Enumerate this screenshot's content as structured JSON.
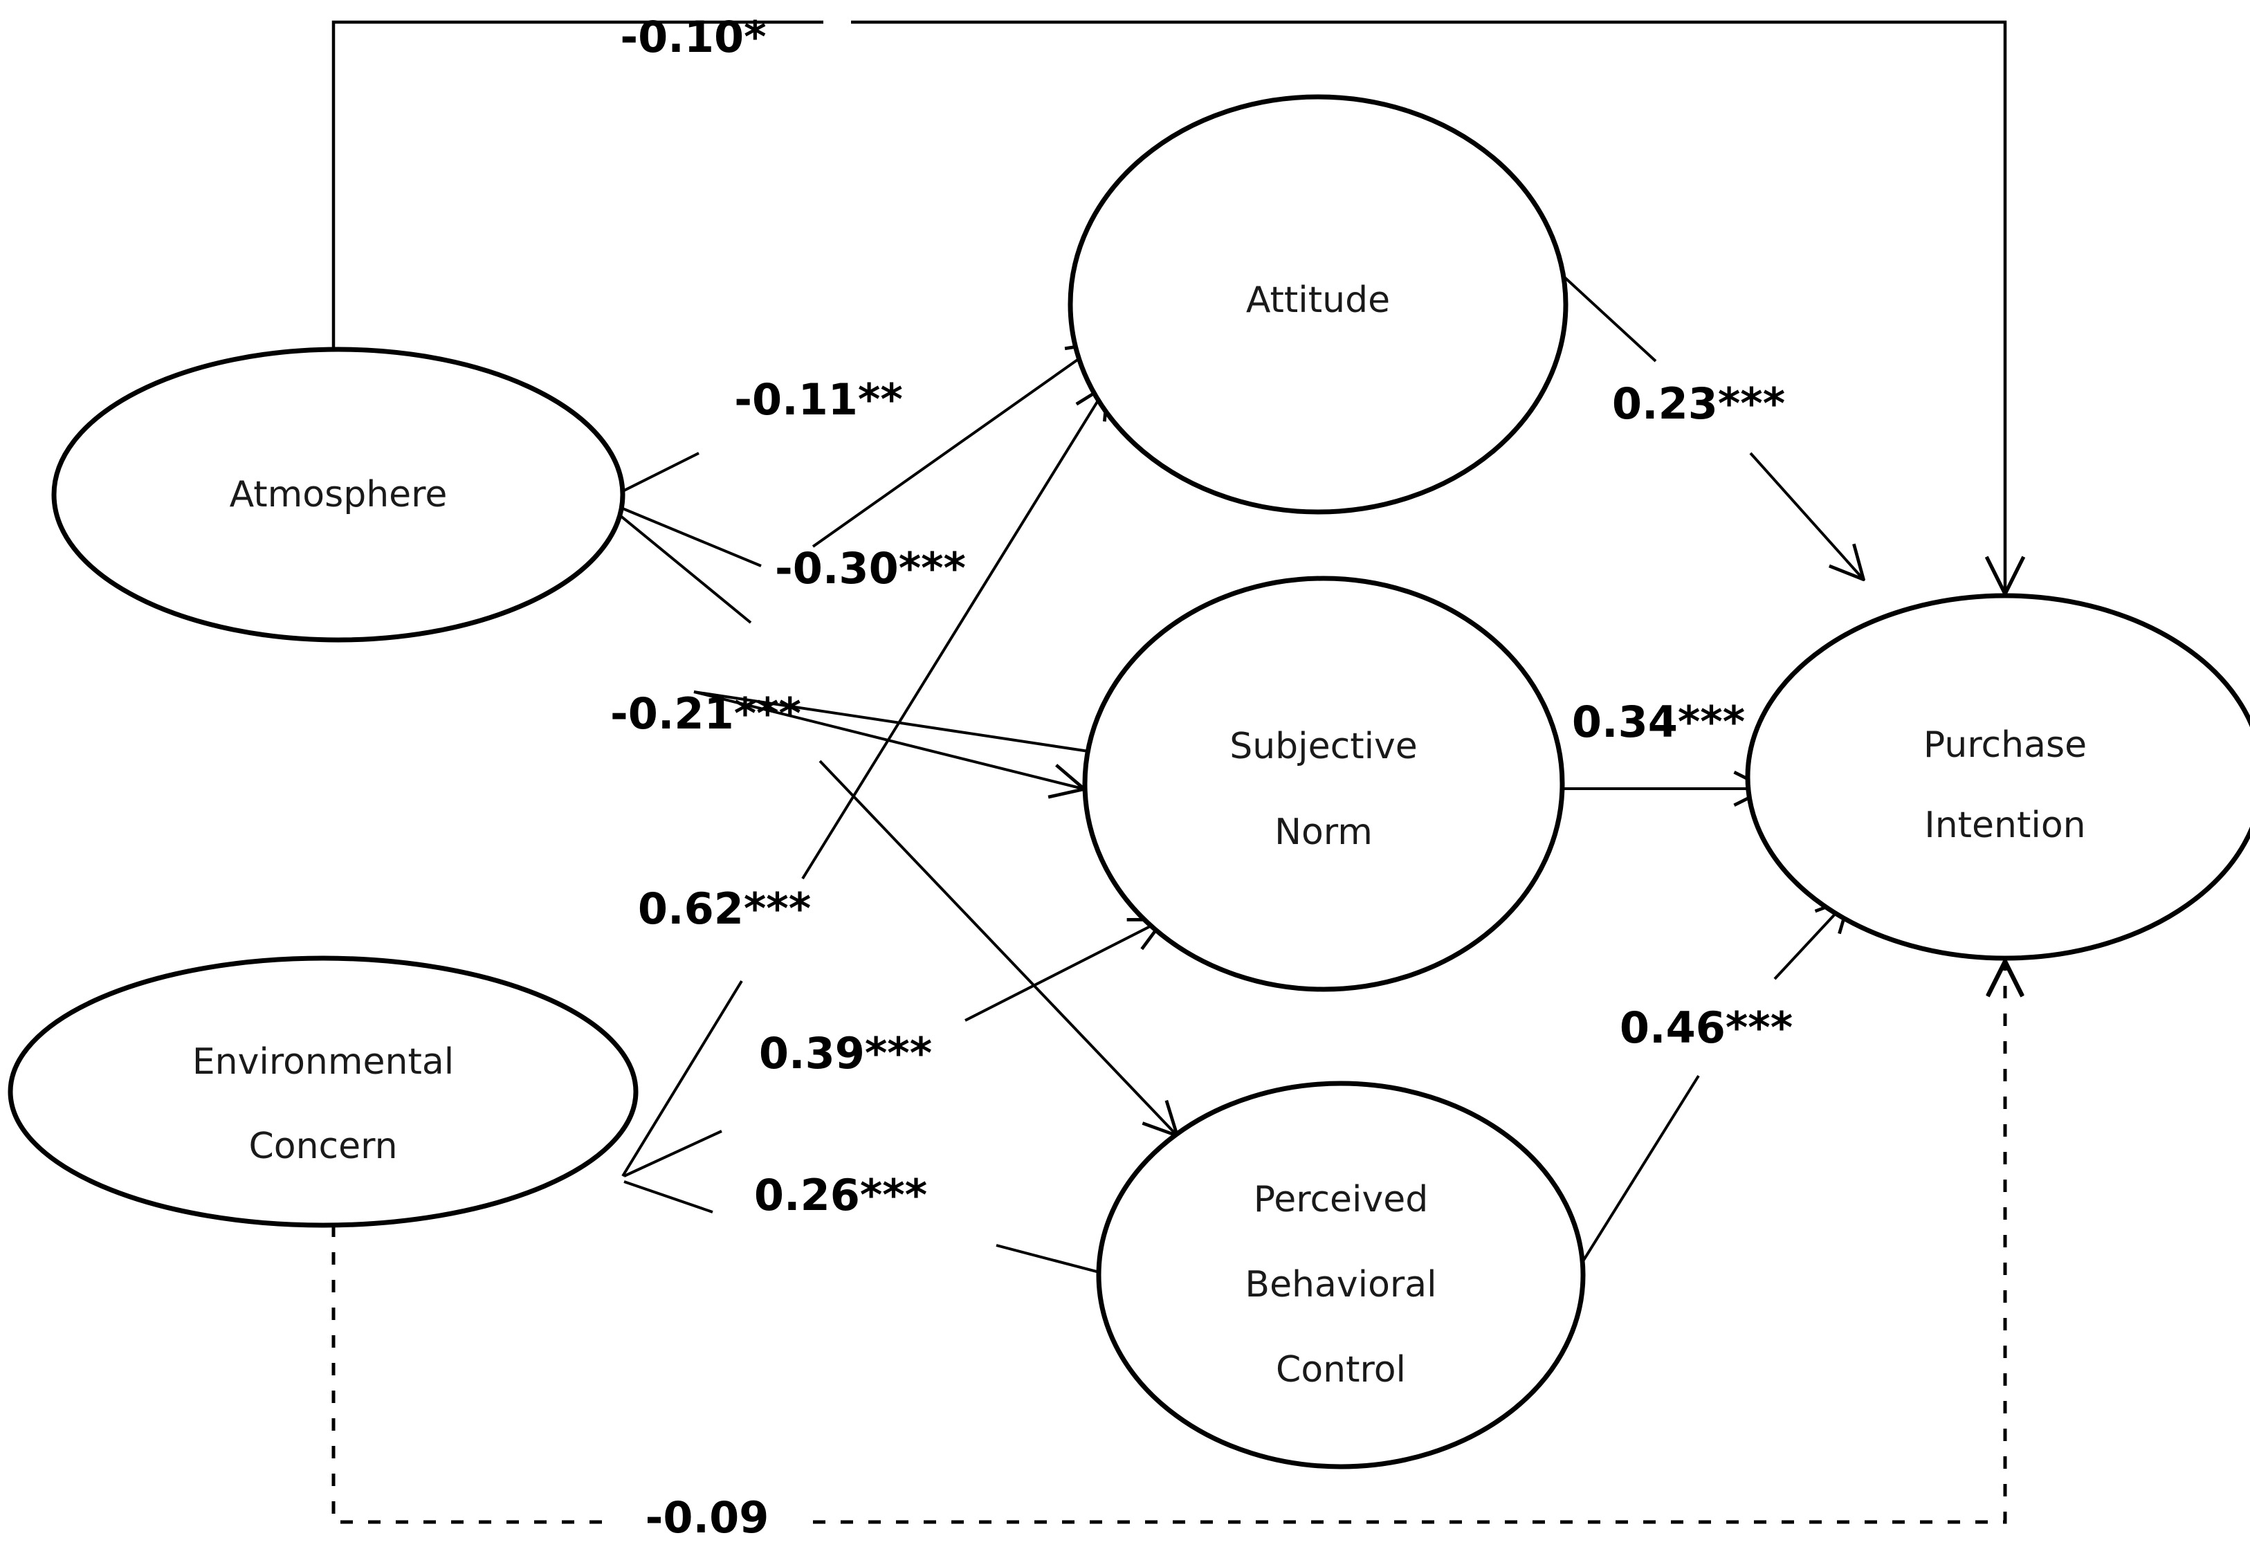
{
  "diagram": {
    "type": "structural-equation-model-path-diagram",
    "nodes": [
      {
        "id": "atmosphere",
        "label": "Atmosphere",
        "shape": "ellipse",
        "lines": [
          "Atmosphere"
        ]
      },
      {
        "id": "environmental-concern",
        "label": "Environmental Concern",
        "shape": "ellipse",
        "lines": [
          "Environmental",
          "Concern"
        ]
      },
      {
        "id": "attitude",
        "label": "Attitude",
        "shape": "circle",
        "lines": [
          "Attitude"
        ]
      },
      {
        "id": "subjective-norm",
        "label": "Subjective Norm",
        "shape": "circle",
        "lines": [
          "Subjective",
          "Norm"
        ]
      },
      {
        "id": "perceived-behavioral-control",
        "label": "Perceived Behavioral Control",
        "shape": "circle",
        "lines": [
          "Perceived",
          "Behavioral",
          "Control"
        ]
      },
      {
        "id": "purchase-intention",
        "label": "Purchase Intention",
        "shape": "ellipse",
        "lines": [
          "Purchase",
          "Intention"
        ]
      }
    ],
    "paths": [
      {
        "id": "atm-pi",
        "from": "atmosphere",
        "to": "purchase-intention",
        "coefficient": "-0.10*",
        "value": -0.1,
        "significance": "*",
        "style": "solid"
      },
      {
        "id": "atm-att",
        "from": "atmosphere",
        "to": "attitude",
        "coefficient": "-0.11**",
        "value": -0.11,
        "significance": "**",
        "style": "solid"
      },
      {
        "id": "atm-sn",
        "from": "atmosphere",
        "to": "subjective-norm",
        "coefficient": "-0.30***",
        "value": -0.3,
        "significance": "***",
        "style": "solid"
      },
      {
        "id": "atm-pbc",
        "from": "atmosphere",
        "to": "perceived-behavioral-control",
        "coefficient": "-0.21***",
        "value": -0.21,
        "significance": "***",
        "style": "solid"
      },
      {
        "id": "ec-att",
        "from": "environmental-concern",
        "to": "attitude",
        "coefficient": "0.62***",
        "value": 0.62,
        "significance": "***",
        "style": "solid"
      },
      {
        "id": "ec-sn",
        "from": "environmental-concern",
        "to": "subjective-norm",
        "coefficient": "0.39***",
        "value": 0.39,
        "significance": "***",
        "style": "solid"
      },
      {
        "id": "ec-pbc",
        "from": "environmental-concern",
        "to": "perceived-behavioral-control",
        "coefficient": "0.26***",
        "value": 0.26,
        "significance": "***",
        "style": "solid"
      },
      {
        "id": "att-pi",
        "from": "attitude",
        "to": "purchase-intention",
        "coefficient": "0.23***",
        "value": 0.23,
        "significance": "***",
        "style": "solid"
      },
      {
        "id": "sn-pi",
        "from": "subjective-norm",
        "to": "purchase-intention",
        "coefficient": "0.34***",
        "value": 0.34,
        "significance": "***",
        "style": "solid"
      },
      {
        "id": "pbc-pi",
        "from": "perceived-behavioral-control",
        "to": "purchase-intention",
        "coefficient": "0.46***",
        "value": 0.46,
        "significance": "***",
        "style": "solid"
      },
      {
        "id": "ec-pi",
        "from": "environmental-concern",
        "to": "purchase-intention",
        "coefficient": "-0.09",
        "value": -0.09,
        "significance": "",
        "style": "dashed"
      }
    ],
    "colors": {
      "stroke": "#000000",
      "background": "#ffffff",
      "node_text": "#1a1a1a"
    }
  }
}
